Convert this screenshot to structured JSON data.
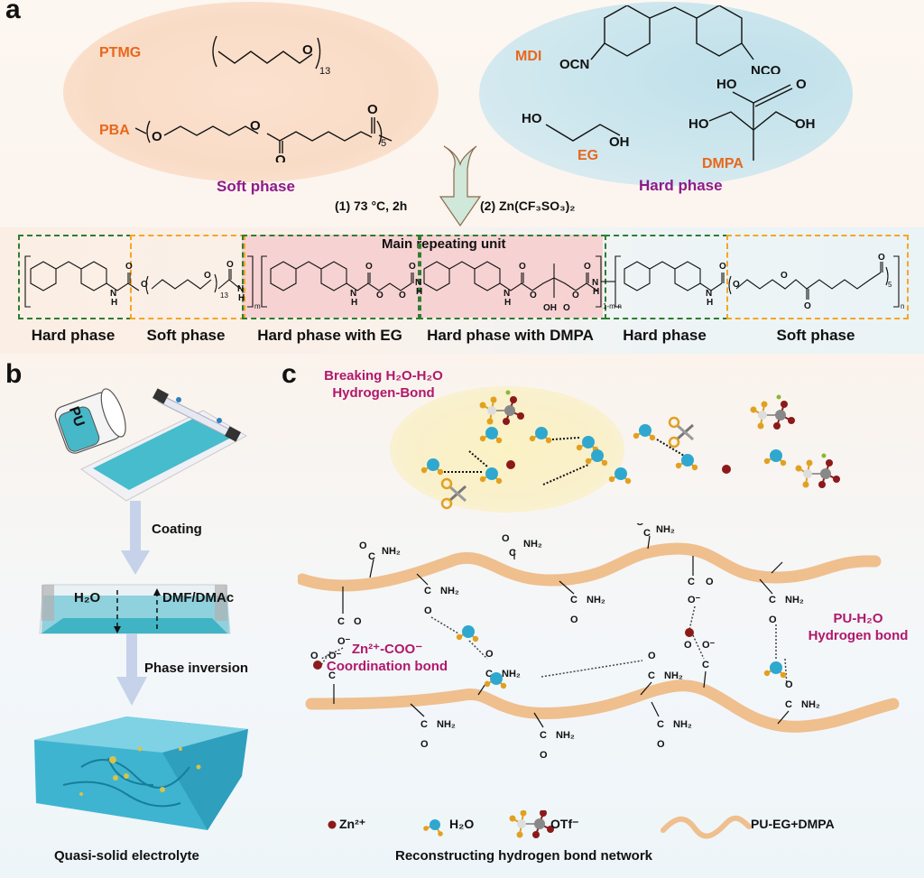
{
  "panels": {
    "a": {
      "letter": "a",
      "soft_phase": {
        "title": "Soft phase",
        "monomers": [
          {
            "name": "PTMG",
            "repeat": "13",
            "atom": "O"
          },
          {
            "name": "PBA",
            "repeat": "5",
            "atom": "O"
          }
        ]
      },
      "hard_phase": {
        "title": "Hard phase",
        "monomers": [
          {
            "name": "MDI",
            "groups": [
              "OCN",
              "NCO"
            ]
          },
          {
            "name": "EG",
            "groups": [
              "HO",
              "OH"
            ]
          },
          {
            "name": "DMPA",
            "groups": [
              "HO",
              "O",
              "HO",
              "OH"
            ]
          }
        ]
      },
      "reaction": {
        "step1": "(1) 73 °C, 2h",
        "step2": "(2) Zn(CF₃SO₃)₂"
      },
      "polymer": {
        "main_unit_title": "Main repeating unit",
        "subscripts": {
          "m": "m",
          "one_m_n": "1-m-n",
          "n": "n",
          "ptmg": "13",
          "pba": "5"
        },
        "segments": [
          {
            "label": "Hard phase",
            "border": "#2e7d32"
          },
          {
            "label": "Soft phase",
            "border": "#f5a623"
          },
          {
            "label": "Hard phase with EG",
            "border": "#2e7d32"
          },
          {
            "label": "Hard phase with DMPA",
            "border": "#2e7d32"
          },
          {
            "label": "Hard phase",
            "border": "#2e7d32"
          },
          {
            "label": "Soft phase",
            "border": "#f5a623"
          }
        ],
        "atoms": {
          "O": "O",
          "NH": "N",
          "H": "H",
          "OH": "OH"
        }
      }
    },
    "b": {
      "letter": "b",
      "beaker_label": "PU",
      "step1": "Coating",
      "bath_left": "H₂O",
      "bath_right": "DMF/DMAc",
      "step2": "Phase inversion",
      "result": "Quasi-solid electrolyte"
    },
    "c": {
      "letter": "c",
      "breaking_label_line1": "Breaking H₂O-H₂O",
      "breaking_label_line2": "Hydrogen-Bond",
      "coordination_label_line1": "Zn²⁺-COO⁻",
      "coordination_label_line2": "Coordination bond",
      "pu_water_label_line1": "PU-H₂O",
      "pu_water_label_line2": "Hydrogen bond",
      "groups": {
        "amide_c": "C",
        "amide_o": "O",
        "amide_n": "NH₂",
        "carboxylate_o": "O",
        "carboxylate_om": "O⁻"
      },
      "legend": [
        {
          "symbol": "zn-ion",
          "label": "Zn²⁺"
        },
        {
          "symbol": "water",
          "label": "H₂O"
        },
        {
          "symbol": "otf",
          "label": "OTf⁻"
        },
        {
          "symbol": "pu-chain",
          "label": "PU-EG+DMPA"
        }
      ],
      "caption": "Reconstructing hydrogen bond network"
    }
  },
  "colors": {
    "orange_label": "#e8671c",
    "purple_label": "#8e1a8a",
    "magenta_label": "#b0186c",
    "chain": "#efbf8e",
    "water_o": "#2fa8d0",
    "water_h": "#e2a020",
    "zinc": "#8b1a1a",
    "hard_box": "#2e7d32",
    "soft_box": "#f5a623",
    "main_unit_fill": "#f6c9c9"
  }
}
